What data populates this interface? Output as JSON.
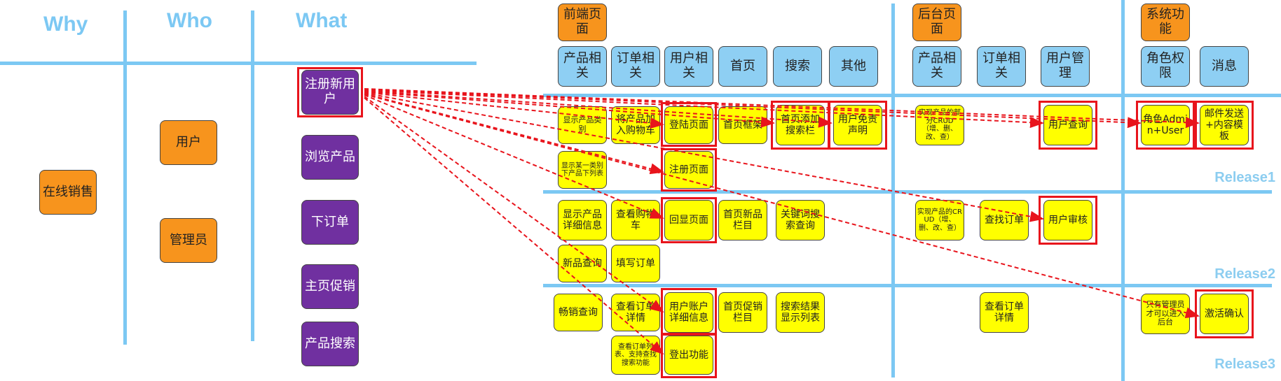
{
  "headers": {
    "why": "Why",
    "who": "Who",
    "what": "What"
  },
  "why_items": [
    "在线销售"
  ],
  "who_items": [
    "用户",
    "管理员"
  ],
  "what_items": [
    "注册新用户",
    "浏览产品",
    "下订单",
    "主页促销",
    "产品搜索"
  ],
  "groups": {
    "frontend": "前端页面",
    "backend": "后台页面",
    "system": "系统功能"
  },
  "modules": [
    "产品相关",
    "订单相关",
    "用户相关",
    "首页",
    "搜索",
    "其他",
    "产品相关",
    "订单相关",
    "用户管理",
    "角色权限",
    "消息"
  ],
  "releases": [
    "Release1",
    "Release2",
    "Release3"
  ],
  "stories": {
    "r1": [
      "显示产品类别",
      "将产品加入购物车",
      "登陆页面",
      "首页框架",
      "首页添加搜索栏",
      "用户免责声明",
      "实现产品的部分CRUD（增、删、改、查）",
      "用户查询",
      "角色Admin+User",
      "邮件发送+内容模板",
      "显示某一类别下产品下列表",
      "注册页面"
    ],
    "r2": [
      "显示产品详细信息",
      "查看购物车",
      "回显页面",
      "首页新品栏目",
      "关键词搜索查询",
      "实现产品的CRUD（增、删、改、查）",
      "查找订单",
      "用户审核",
      "新品查询",
      "填写订单"
    ],
    "r3": [
      "畅销查询",
      "查看订单详情",
      "用户账户详细信息",
      "首页促销栏目",
      "搜索结果显示列表",
      "查看订单详情",
      "只有管理员才可以进入后台",
      "激活确认",
      "查看订单列表、支持查找搜索功能",
      "登出功能"
    ]
  },
  "colors": {
    "line": "#7cc8f3",
    "orange": "#f7941d",
    "purple": "#7030a0",
    "blue": "#8ecff3",
    "yellow": "#ffff00",
    "red": "#e8141c"
  }
}
